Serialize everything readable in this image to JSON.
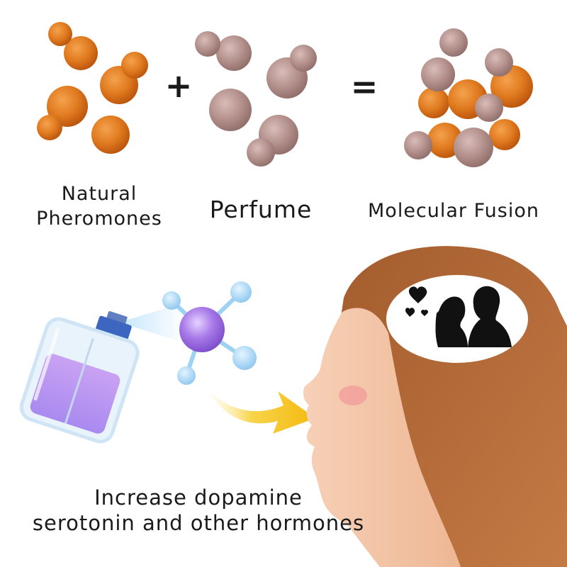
{
  "equation": {
    "term1_label_line1": "Natural",
    "term1_label_line2": "Pheromones",
    "plus_sign": "+",
    "term2_label": "Perfume",
    "equals_sign": "=",
    "result_label": "Molecular Fusion"
  },
  "caption": {
    "line1": "Increase dopamine",
    "line2": "serotonin and other hormones"
  },
  "colors": {
    "pheromone": "#e07a1f",
    "perfume": "#b89490",
    "hair": "#b86e3c",
    "skin": "#f4c5a8",
    "arrow": "#f6c62a",
    "molecule_center": "#a678e8",
    "molecule_node": "#9ed2f2"
  },
  "icons": [
    "pheromone-molecules",
    "perfume-molecules",
    "fused-molecules",
    "perfume-bottle-icon",
    "molecule-icon",
    "arrow-icon",
    "head-profile",
    "couple-silhouette-icon",
    "heart-icon"
  ]
}
